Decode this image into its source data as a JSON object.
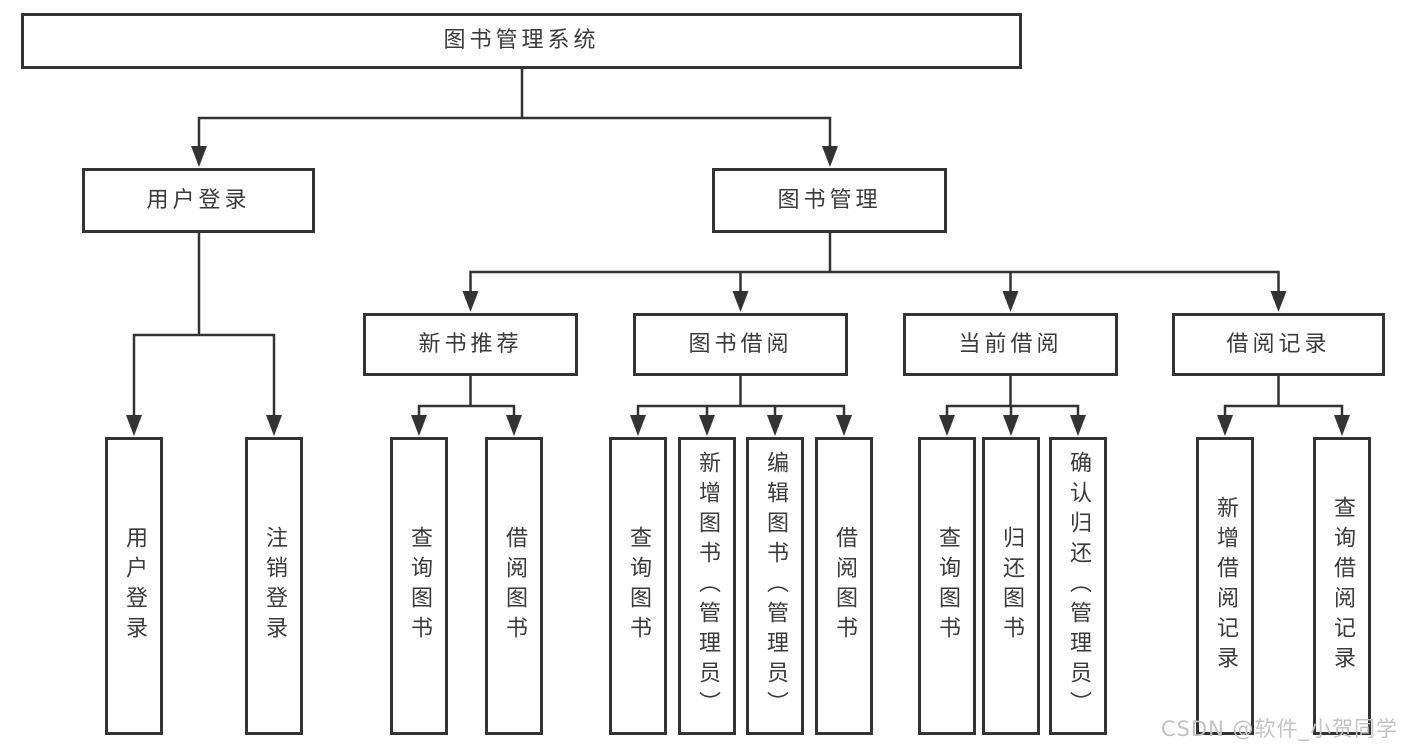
{
  "diagram": {
    "title": "图书管理系统",
    "root": {
      "label": "图书管理系统"
    },
    "level2": [
      {
        "label": "用户登录"
      },
      {
        "label": "图书管理"
      }
    ],
    "level3": [
      {
        "label": "新书推荐"
      },
      {
        "label": "图书借阅"
      },
      {
        "label": "当前借阅"
      },
      {
        "label": "借阅记录"
      }
    ],
    "leaves": {
      "user_login": [
        {
          "label": "用户登录"
        },
        {
          "label": "注销登录"
        }
      ],
      "new_book_recommend": [
        {
          "label": "查询图书"
        },
        {
          "label": "借阅图书"
        }
      ],
      "book_borrow": [
        {
          "label": "查询图书"
        },
        {
          "label": "新增图书（管理员）"
        },
        {
          "label": "编辑图书（管理员）"
        },
        {
          "label": "借阅图书"
        }
      ],
      "current_borrow": [
        {
          "label": "查询图书"
        },
        {
          "label": "归还图书"
        },
        {
          "label": "确认归还（管理员）"
        }
      ],
      "borrow_records": [
        {
          "label": "新增借阅记录"
        },
        {
          "label": "查询借阅记录"
        }
      ]
    }
  },
  "watermark": {
    "text": "CSDN @软件_小贺同学",
    "color": "#c2c2c2"
  },
  "colors": {
    "line": "#333333",
    "text": "#3a3a3a",
    "background": "#ffffff"
  }
}
